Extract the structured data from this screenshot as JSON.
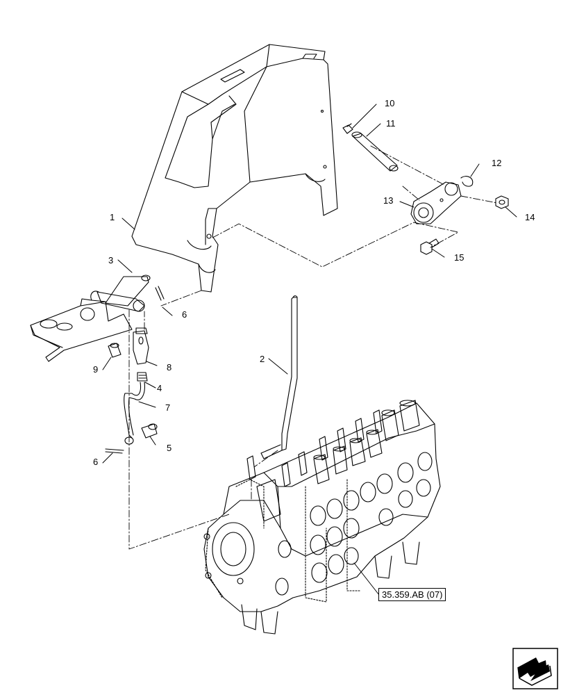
{
  "diagram": {
    "callouts": [
      {
        "id": "c1",
        "label": "1"
      },
      {
        "id": "c2",
        "label": "2"
      },
      {
        "id": "c3",
        "label": "3"
      },
      {
        "id": "c4",
        "label": "4"
      },
      {
        "id": "c5",
        "label": "5"
      },
      {
        "id": "c6a",
        "label": "6"
      },
      {
        "id": "c6b",
        "label": "6"
      },
      {
        "id": "c7",
        "label": "7"
      },
      {
        "id": "c8",
        "label": "8"
      },
      {
        "id": "c9",
        "label": "9"
      },
      {
        "id": "c10",
        "label": "10"
      },
      {
        "id": "c11",
        "label": "11"
      },
      {
        "id": "c12",
        "label": "12"
      },
      {
        "id": "c13",
        "label": "13"
      },
      {
        "id": "c14",
        "label": "14"
      },
      {
        "id": "c15",
        "label": "15"
      }
    ],
    "reference": "35.359.AB (07)",
    "nav_icon": "next-page-arrow-icon"
  }
}
